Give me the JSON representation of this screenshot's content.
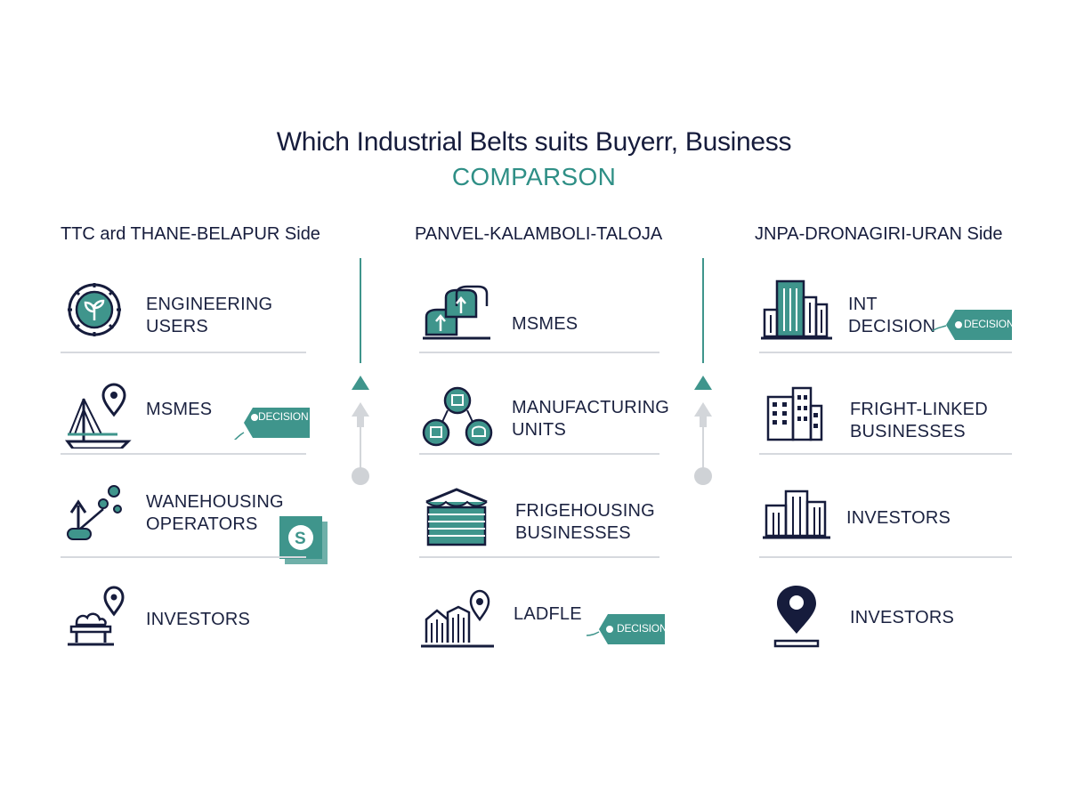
{
  "header": {
    "title": "Which Industrial Belts suits Buyerr, Business",
    "subtitle": "COMPARSON"
  },
  "colors": {
    "teal": "#3f958c",
    "navy": "#161c3c",
    "rule": "#d6d9de",
    "grey_marker": "#cfd2d6"
  },
  "columns": [
    {
      "header": "TTC ard THANE-BELAPUR Side",
      "rows": [
        {
          "label": "ENGINEERING\nUSERS",
          "icon": "gear-leaf-icon"
        },
        {
          "label": "MSMES",
          "icon": "bridge-pin-icon",
          "tag": "DECISION"
        },
        {
          "label": "WANEHOUSING\nOPERATORS",
          "icon": "growth-arrow-icon",
          "badge": "S"
        },
        {
          "label": "INVESTORS",
          "icon": "bench-pin-icon"
        }
      ]
    },
    {
      "header": "PANVEL-KALAMBOLI-TALOJA",
      "rows": [
        {
          "label": "MSMES",
          "icon": "stacked-boxes-icon"
        },
        {
          "label": "MANUFACTURING\nUNITS",
          "icon": "circles-cluster-icon"
        },
        {
          "label": "FRIGEHOUSING\nBUSINESSES",
          "icon": "warehouse-icon"
        },
        {
          "label": "LADFLE",
          "icon": "buildings-pin-icon",
          "tag": "DECISION"
        }
      ]
    },
    {
      "header": "JNPA-DRONAGIRI-URAN Side",
      "rows": [
        {
          "label": "INT\nDECISION",
          "icon": "tower-icon",
          "tag": "DECISION"
        },
        {
          "label": "FRIGHT-LINKED\nBUSINESSES",
          "icon": "office-building-icon"
        },
        {
          "label": "INVESTORS",
          "icon": "city-outline-icon"
        },
        {
          "label": "INVESTORS",
          "icon": "location-pin-icon"
        }
      ]
    }
  ]
}
